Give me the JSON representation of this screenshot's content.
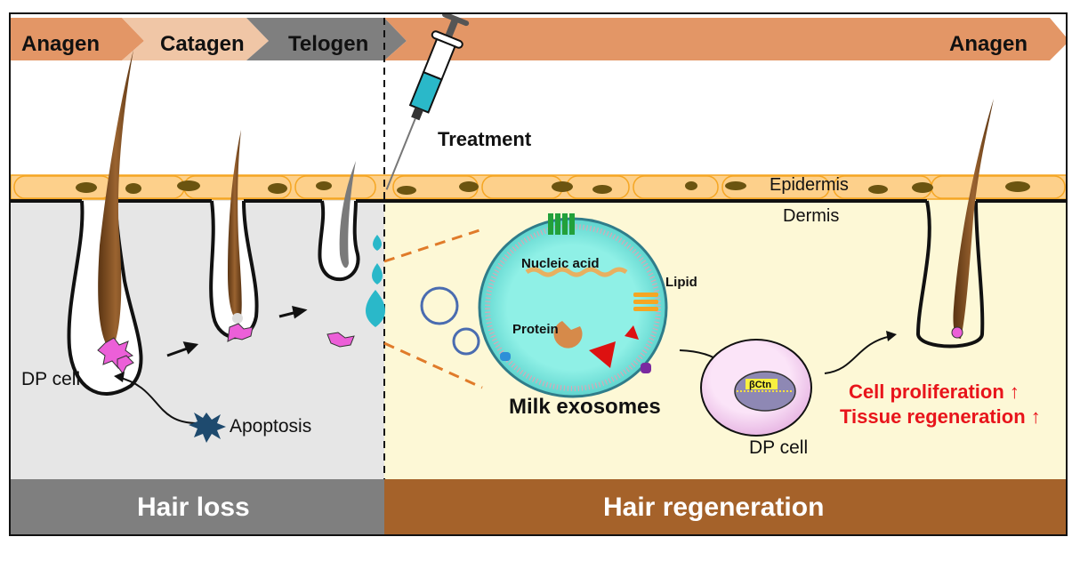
{
  "phases": {
    "anagen_left": "Anagen",
    "catagen": "Catagen",
    "telogen": "Telogen",
    "anagen_right": "Anagen"
  },
  "labels": {
    "treatment": "Treatment",
    "epidermis": "Epidermis",
    "dermis": "Dermis",
    "dp_cell_left": "DP cell",
    "apoptosis": "Apoptosis",
    "nucleic_acid": "Nucleic acid",
    "lipid": "Lipid",
    "protein": "Protein",
    "milk_exosomes": "Milk exosomes",
    "beta_catenin": "βCtn",
    "dp_cell_right": "DP cell",
    "cell_proliferation": "Cell proliferation ↑",
    "tissue_regeneration": "Tissue regeneration ↑"
  },
  "panels": {
    "hair_loss": "Hair loss",
    "hair_regeneration": "Hair regeneration"
  },
  "colors": {
    "anagen": "#e39666",
    "catagen": "#f0c6a6",
    "telogen": "#7f7f7f",
    "hair": "#8a5423",
    "epidermis": "#fdd08b",
    "epidermis_border": "#f5a623",
    "nucleus": "#6b5410",
    "dermis_left": "#e6e6e6",
    "dermis_right": "#fdf8d6",
    "panel_left": "#7f7f7f",
    "panel_right": "#a5622a",
    "exosome": "#7fe3dc",
    "dp_cell": "#f8d5f4",
    "highlight_red": "#e8141b"
  }
}
